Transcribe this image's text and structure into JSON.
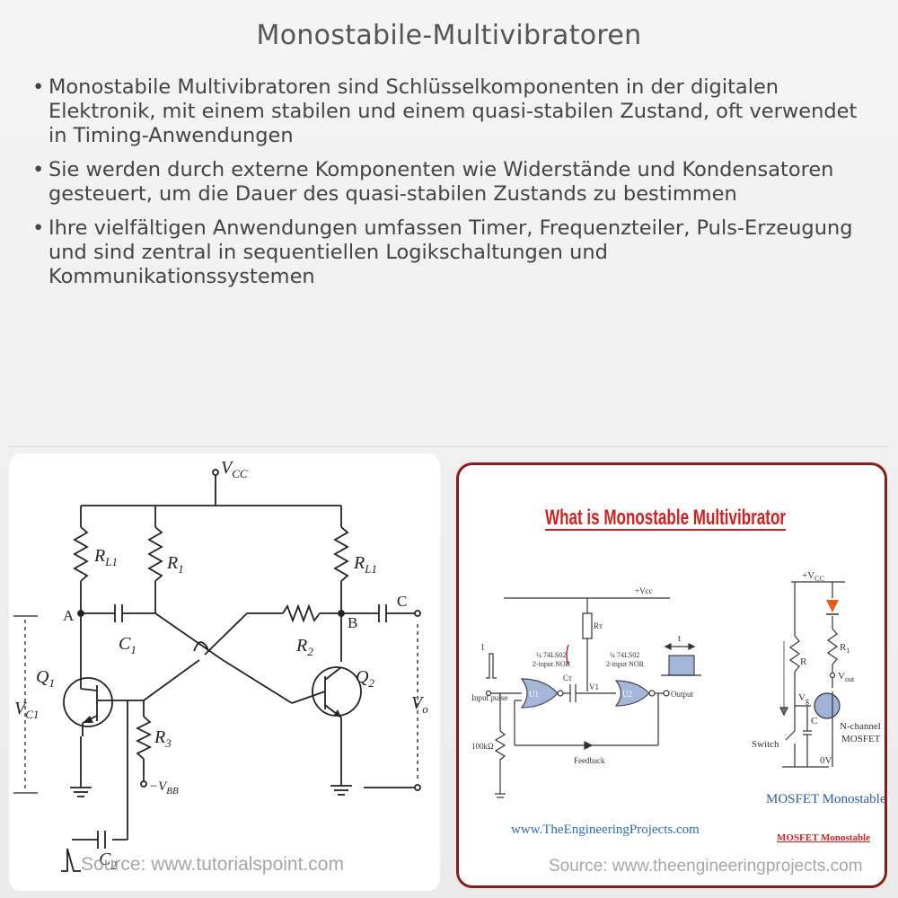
{
  "title": "Monostabile-Multivibratoren",
  "bullets": [
    "Monostabile Multivibratoren sind Schlüsselkomponenten in der digitalen Elektronik, mit einem stabilen und einem quasi-stabilen Zustand, oft verwendet in Timing-Anwendungen",
    "Sie werden durch externe Komponenten wie Widerstände und Kondensatoren gesteuert, um die Dauer des quasi-stabilen Zustands zu bestimmen",
    "Ihre vielfältigen Anwendungen umfassen Timer, Frequenzteiler, Puls-Erzeugung und sind zentral in sequentiellen Logikschaltungen und Kommunikationssystemen"
  ],
  "left_image": {
    "labels": {
      "vcc": "V",
      "vcc_sub": "CC",
      "rl1_left": "R",
      "rl1_sub": "L1",
      "r1": "R",
      "r1_sub": "1",
      "rl1_right": "R",
      "rl1_right_sub": "L1",
      "node_a": "A",
      "node_b": "B",
      "node_c": "C",
      "c1": "C",
      "c1_sub": "1",
      "r2": "R",
      "r2_sub": "2",
      "q1": "Q",
      "q1_sub": "1",
      "q2": "Q",
      "q2_sub": "2",
      "vc1": "V",
      "vc1_sub": "C1",
      "vo": "V",
      "vo_sub": "o",
      "r3": "R",
      "r3_sub": "3",
      "vbb": "−V",
      "vbb_sub": "BB",
      "c2": "C",
      "c2_sub": "2"
    },
    "source": "Source: www.tutorialspoint.com"
  },
  "right_image": {
    "heading": "What is Monostable Multivibrator",
    "labels": {
      "vcc_top": "+Vcc",
      "one": "1",
      "t": "t",
      "input_pulse": "Input pulse",
      "nor1_a": "¼ 74LS02",
      "nor1_b": "2-input NOR",
      "nor2_a": "¼ 74LS02",
      "nor2_b": "2-input NOR",
      "u1": "U1",
      "u2": "U2",
      "ct": "Cт",
      "rt": "Rт",
      "v1": "V1",
      "output": "Output",
      "r100k": "100kΩ",
      "feedback": "Feedback",
      "mos_vcc": "+V",
      "mos_vcc_sub": "CC",
      "mos_r": "R",
      "mos_r1": "R",
      "mos_r1_sub": "1",
      "mos_vout": "V",
      "mos_vout_sub": "out",
      "mos_vg": "V",
      "mos_vg_sub": "g",
      "mos_c": "C",
      "mos_switch": "Switch",
      "mos_nchannel": "N-channel",
      "mos_mosfet": "MOSFET",
      "mos_0v": "0V",
      "mosfet_mono": "MOSFET Monostable",
      "mosfet_mono_small": "MOSFET Monostable"
    },
    "website": "www.TheEngineeringProjects.com",
    "source": "Source: www.theengineeringprojects.com"
  },
  "colors": {
    "heading_red": "#d42020",
    "link_blue": "#2a6db8",
    "panel_border": "#8b1a1a"
  }
}
